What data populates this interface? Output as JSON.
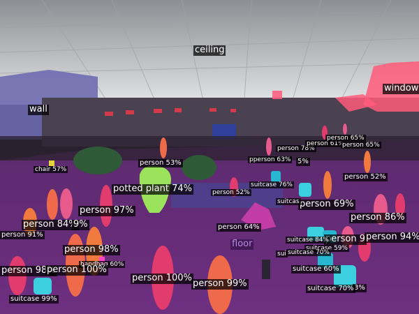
{
  "image": {
    "kind": "instance + semantic segmentation overlay on airport terminal photo",
    "colors": {
      "ceiling": "#d9dadd",
      "wall": "#6f6bb0",
      "floor": "#6a2f7d",
      "window": "#ff5b7a",
      "potted_plant": "#9be35a",
      "person_palette": [
        "#e23b6d",
        "#ef6a4a",
        "#e65a8c",
        "#c23ca8",
        "#f07a3e"
      ],
      "suitcase_palette": [
        "#3ccfe0",
        "#27b7d0"
      ]
    }
  },
  "labels": {
    "ceiling": "ceiling",
    "wall": "wall",
    "window": "window",
    "floor": "floor",
    "chair": "chair 57%",
    "potted_plant": "potted plant 74%",
    "handbag": "handbag 60%",
    "persons": [
      "person 53%",
      "person 78%",
      "person 61%",
      "person 65%",
      "person 65%",
      "pperson 63%",
      "5%",
      "person 52%",
      "person 52%",
      "person 97%",
      "person 69%",
      "person 86%",
      "person 84%",
      "9%",
      "person 91%",
      "person 64%",
      "person 9",
      "person 94%",
      "person 98%",
      "person 98%",
      "person 100%",
      "person 100%",
      "person 99%",
      "3%"
    ],
    "suitcases": [
      "suitcase 76%",
      "suitcas",
      "suitcase 84%",
      "suitcase 59%",
      "suitcase 70%",
      "sui",
      "suitcase 60%",
      "suitcase 70%",
      "suitcase 99%"
    ]
  }
}
